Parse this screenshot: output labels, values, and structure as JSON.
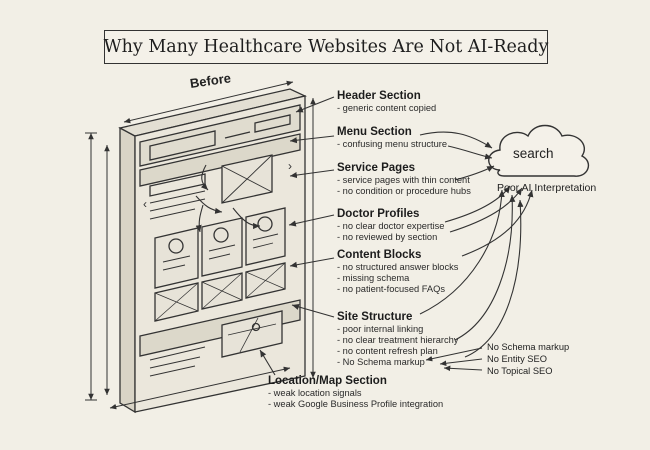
{
  "title": "Why Many Healthcare Websites Are Not AI-Ready",
  "before_label": "Before",
  "search_label": "search",
  "poor_ai_label": "Poor AI Interpretation",
  "sections": [
    {
      "title": "Header Section",
      "items": [
        "- generic content copied"
      ]
    },
    {
      "title": "Menu Section",
      "items": [
        "- confusing menu structure"
      ]
    },
    {
      "title": "Service Pages",
      "items": [
        "- service pages with thin content",
        "- no condition or procedure hubs"
      ]
    },
    {
      "title": "Doctor Profiles",
      "items": [
        "- no clear doctor expertise",
        "- no reviewed by section"
      ]
    },
    {
      "title": "Content Blocks",
      "items": [
        "- no structured answer blocks",
        "- missing schema",
        "- no patient-focused FAQs"
      ]
    },
    {
      "title": "Site Structure",
      "items": [
        "- poor internal linking",
        "- no clear treatment hierarchy",
        "- no content refresh plan",
        "- No Schema markup"
      ]
    },
    {
      "title": "Location/Map Section",
      "items": [
        "- weak location signals",
        "- weak Google Business Profile integration"
      ]
    }
  ],
  "extra_issues": [
    "No Schema markup",
    "No Entity SEO",
    "No Topical SEO"
  ]
}
